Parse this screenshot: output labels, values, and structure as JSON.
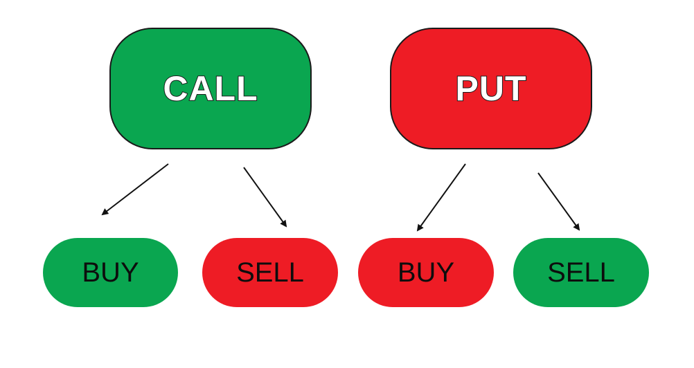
{
  "colors": {
    "green": "#0aa650",
    "red": "#ee1c25",
    "arrow": "#111111"
  },
  "call": {
    "label": "CALL",
    "color": "green",
    "children": [
      {
        "label": "BUY",
        "color": "green"
      },
      {
        "label": "SELL",
        "color": "red"
      }
    ]
  },
  "put": {
    "label": "PUT",
    "color": "red",
    "children": [
      {
        "label": "BUY",
        "color": "red"
      },
      {
        "label": "SELL",
        "color": "green"
      }
    ]
  }
}
